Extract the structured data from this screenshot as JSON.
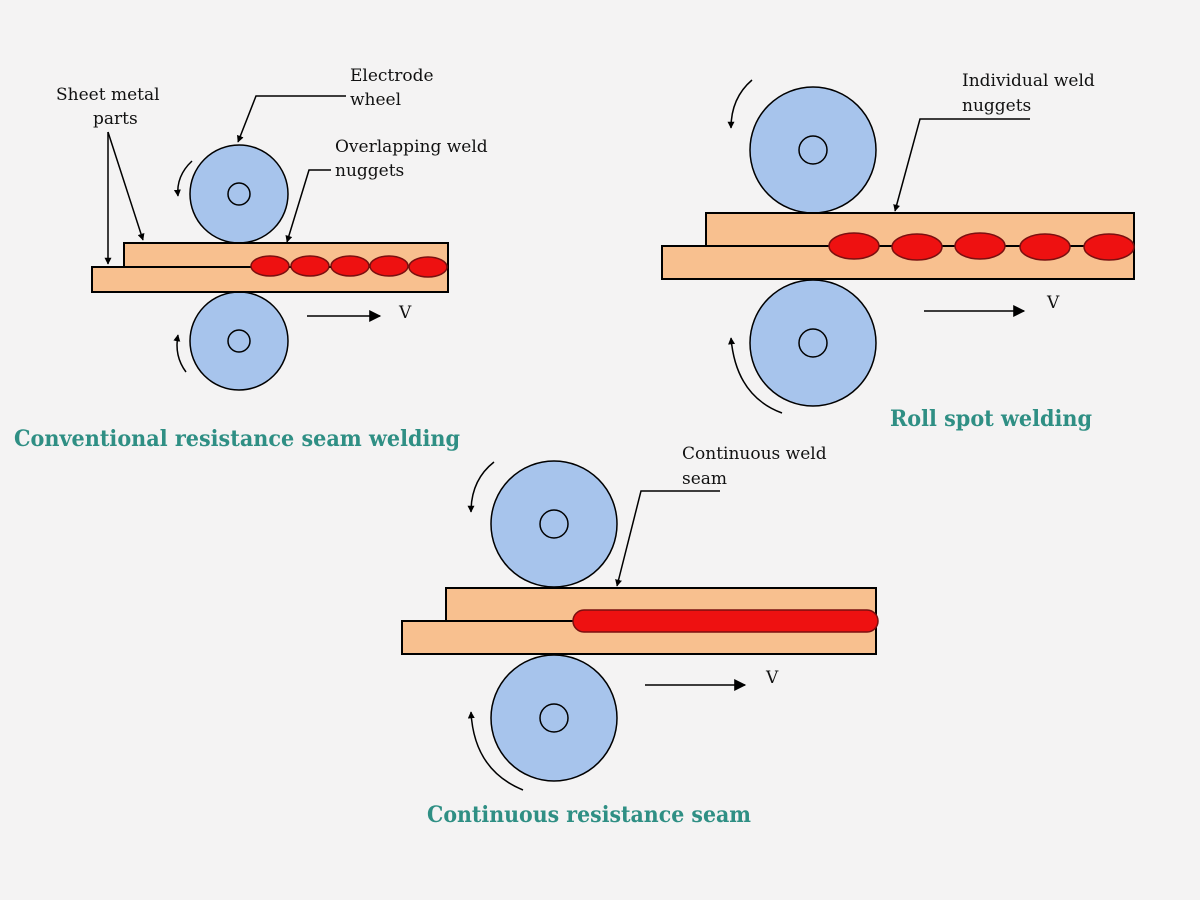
{
  "labels": {
    "sheet_metal_line1": "Sheet metal",
    "sheet_metal_line2": "parts",
    "electrode_line1": "Electrode",
    "electrode_line2": "wheel",
    "overlapping_line1": "Overlapping weld",
    "overlapping_line2": "nuggets",
    "velocity_1": "V",
    "individual_line1": "Individual weld",
    "individual_line2": "nuggets",
    "velocity_2": "V",
    "continuous_line1": "Continuous weld",
    "continuous_line2": "seam",
    "velocity_3": "V"
  },
  "captions": {
    "conventional": "Conventional resistance seam welding",
    "roll_spot": "Roll spot welding",
    "continuous": "Continuous resistance seam"
  },
  "colors": {
    "background": "#f4f3f3",
    "wheel": "#a7c4ec",
    "sheet": "#f8c08f",
    "weld": "#ee1111",
    "caption": "#2f8f84"
  }
}
